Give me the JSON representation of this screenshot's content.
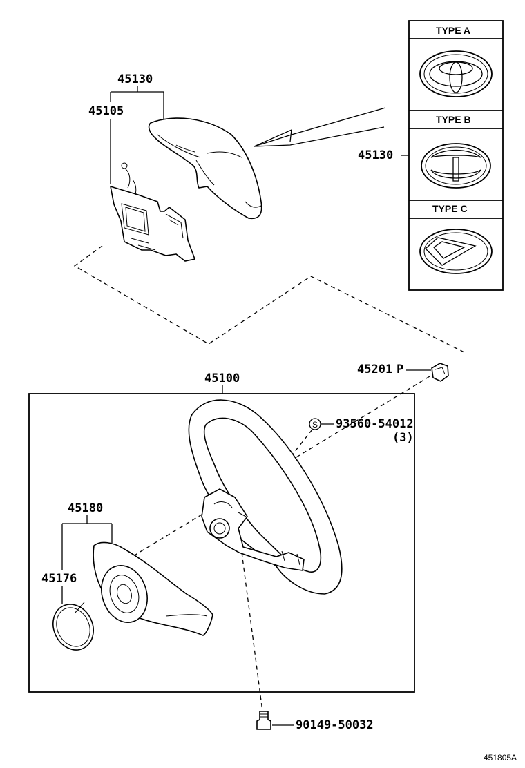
{
  "parts": {
    "cover_upper": "45130",
    "bracket": "45105",
    "emblem": "45130",
    "nut": "45201",
    "nut_suffix": "P",
    "wheel": "45100",
    "screw": "93560-54012",
    "screw_qty": "(3)",
    "screw_mark": "S",
    "pad": "45180",
    "plate": "45176",
    "bolt": "90149-50032"
  },
  "types": {
    "a": "TYPE A",
    "b": "TYPE B",
    "c": "TYPE C"
  },
  "figure_id": "451805A"
}
